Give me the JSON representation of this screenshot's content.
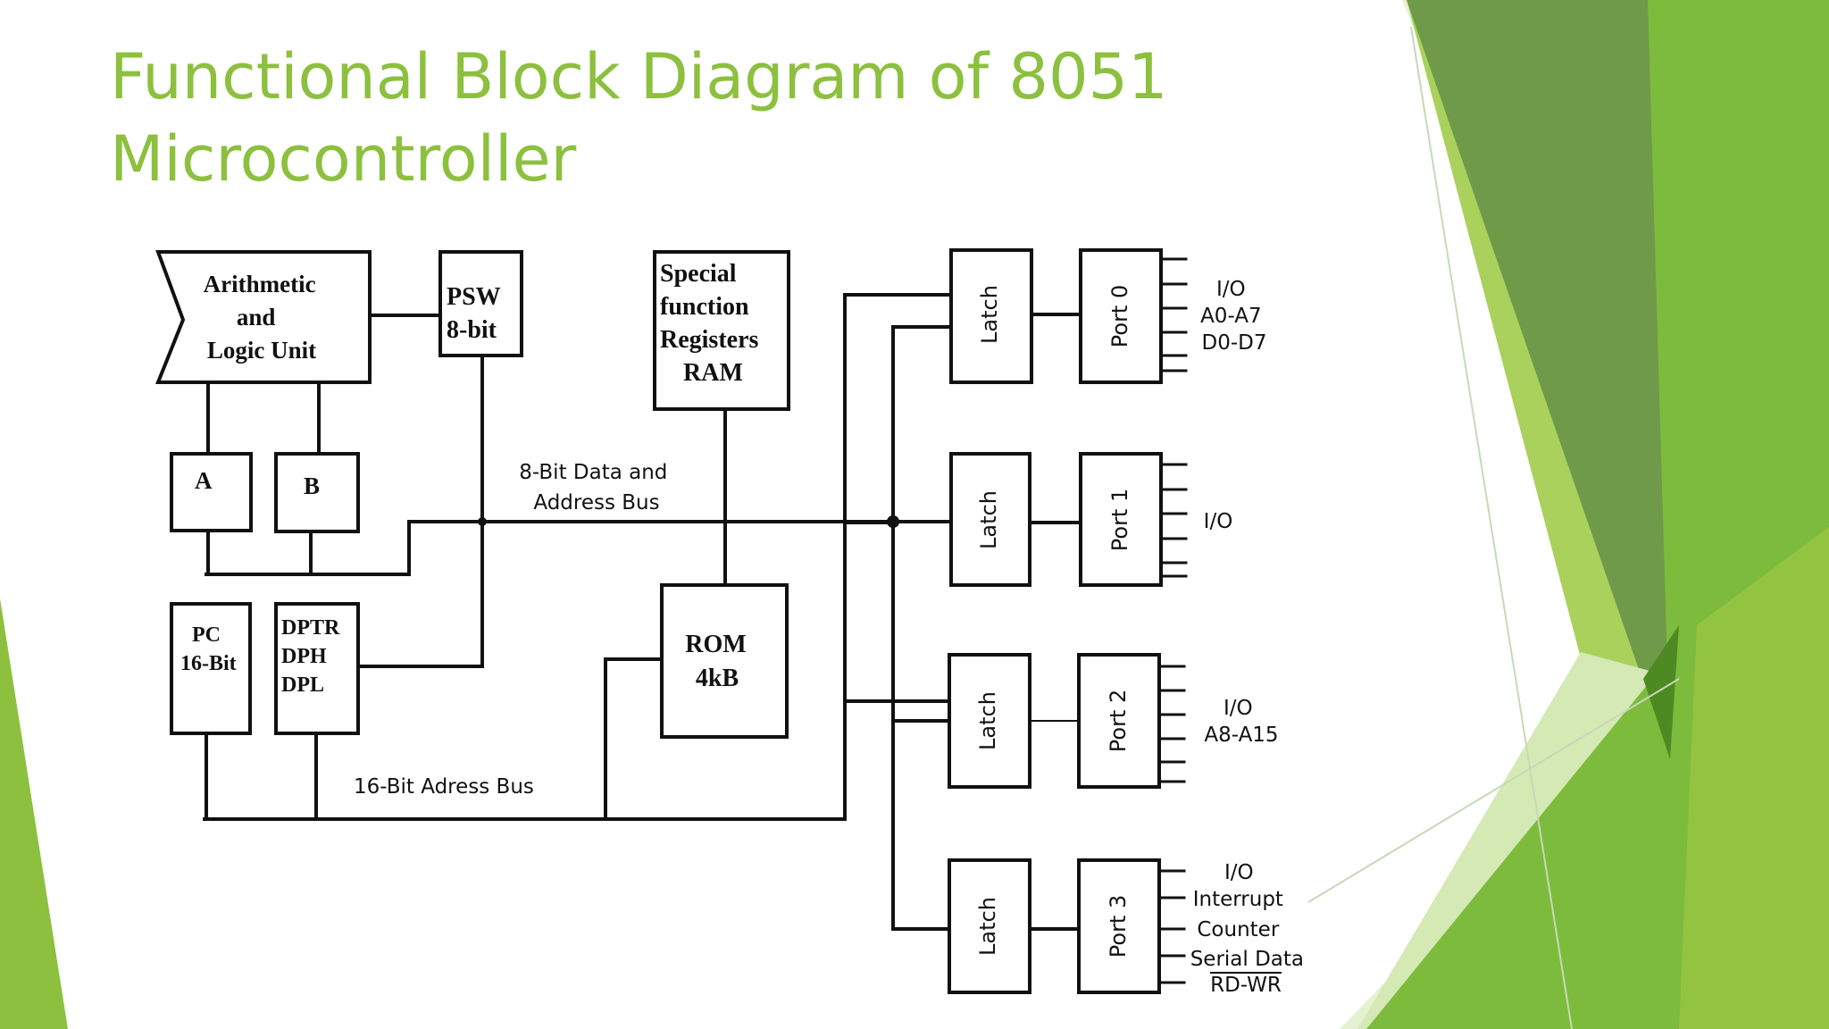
{
  "title": {
    "line1": "Functional Block Diagram of 8051",
    "line2": "Microcontroller"
  },
  "colors": {
    "title": "#8cc03e",
    "accent_dark": "#4e8a22",
    "accent_mid": "#7dbb3c",
    "accent_light": "#a9d15c",
    "accent_pale": "#d5e9b4",
    "line": "#111111"
  },
  "blocks": {
    "alu": [
      "Arithmetic",
      "and",
      "Logic Unit"
    ],
    "psw": [
      "PSW",
      "8-bit"
    ],
    "sfr": [
      "Special",
      "function",
      "Registers",
      "RAM"
    ],
    "a": "A",
    "b": "B",
    "pc": [
      "PC",
      "16-Bit"
    ],
    "dptr": [
      "DPTR",
      "DPH",
      "DPL"
    ],
    "rom": [
      "ROM",
      "4kB"
    ],
    "latch": "Latch",
    "port0": "Port 0",
    "port1": "Port 1",
    "port2": "Port 2",
    "port3": "Port 3"
  },
  "bus_labels": {
    "data_bus": [
      "8-Bit Data and",
      "Address Bus"
    ],
    "address_bus": "16-Bit Adress Bus"
  },
  "port_labels": {
    "port0": [
      "I/O",
      "A0-A7",
      "D0-D7"
    ],
    "port1": [
      "I/O"
    ],
    "port2": [
      "I/O",
      "A8-A15"
    ],
    "port3": [
      "I/O",
      "Interrupt",
      "Counter",
      "Serial Data",
      "RD-WR"
    ]
  }
}
